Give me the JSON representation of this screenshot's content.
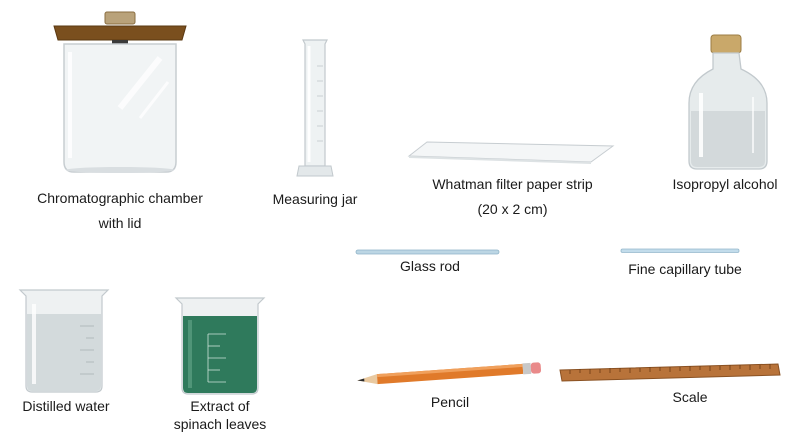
{
  "items": {
    "chamber": {
      "label_line1": "Chromatographic chamber",
      "label_line2": "with lid"
    },
    "measuring_jar": {
      "label": "Measuring jar"
    },
    "filter_paper": {
      "label_line1": "Whatman filter paper strip",
      "label_line2": "(20 x 2 cm)"
    },
    "alcohol": {
      "label": "Isopropyl alcohol"
    },
    "glass_rod": {
      "label": "Glass rod"
    },
    "capillary": {
      "label": "Fine capillary tube"
    },
    "water": {
      "label": "Distilled water"
    },
    "extract": {
      "label_line1": "Extract of",
      "label_line2": "spinach leaves"
    },
    "pencil": {
      "label": "Pencil"
    },
    "scale": {
      "label": "Scale"
    }
  },
  "colors": {
    "lid": "#7a4f1e",
    "extract": "#2f7a5c",
    "pencil": "#e07a2a",
    "scale": "#b8733a"
  }
}
